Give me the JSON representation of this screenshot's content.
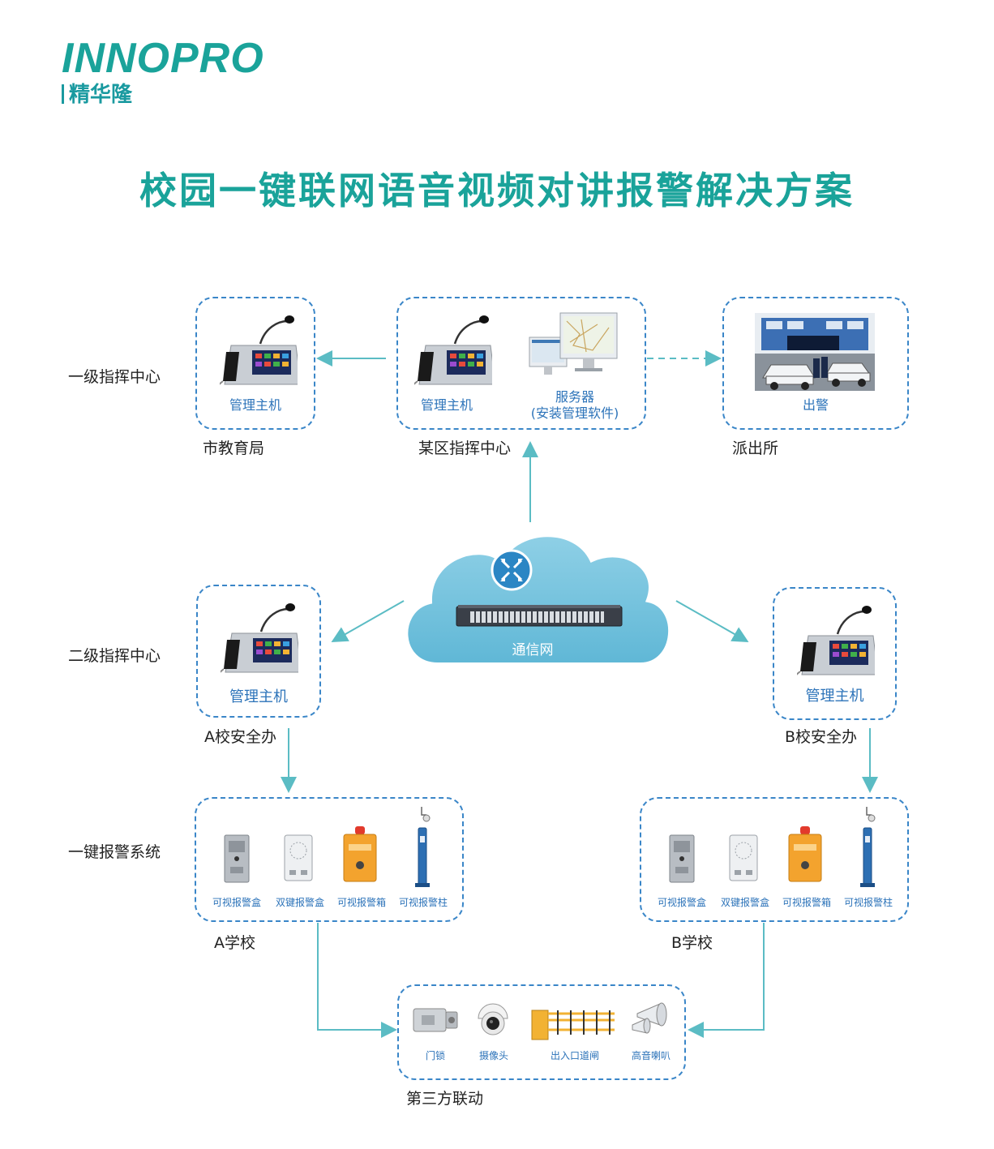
{
  "logo": {
    "en": "INNOPRO",
    "cn": "精华隆"
  },
  "title": "校园一键联网语音视频对讲报警解决方案",
  "side_labels": {
    "level1": "一级指挥中心",
    "level2": "二级指挥中心",
    "alarm_system": "一键报警系统"
  },
  "nodes": {
    "city_bureau": {
      "name": "市教育局",
      "device": "管理主机"
    },
    "district_center": {
      "name": "某区指挥中心",
      "device": "管理主机",
      "server": "服务器",
      "server_note": "(安装管理软件)"
    },
    "police_station": {
      "name": "派出所",
      "photo_caption": "出警"
    },
    "network": {
      "name": "通信网"
    },
    "school_a_office": {
      "name": "A校安全办",
      "device": "管理主机"
    },
    "school_b_office": {
      "name": "B校安全办",
      "device": "管理主机"
    },
    "school_a": {
      "name": "A学校",
      "devices": [
        "可视报警盒",
        "双键报警盒",
        "可视报警箱",
        "可视报警柱"
      ]
    },
    "school_b": {
      "name": "B学校",
      "devices": [
        "可视报警盒",
        "双键报警盒",
        "可视报警箱",
        "可视报警柱"
      ]
    },
    "third_party": {
      "name": "第三方联动",
      "devices": [
        "门锁",
        "摄像头",
        "出入口道闸",
        "高音喇叭"
      ]
    }
  },
  "colors": {
    "brand": "#1aa39a",
    "box_border": "#3a86c8",
    "arrow": "#5bbcc4",
    "device_label": "#2c73b9",
    "cloud": "#7cc6de"
  }
}
